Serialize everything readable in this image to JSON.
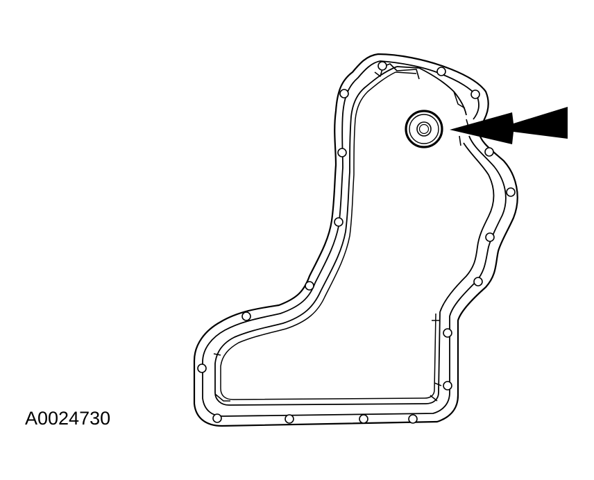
{
  "figure": {
    "id_label": "A0024730"
  },
  "colors": {
    "line": "#000000",
    "background": "#ffffff"
  },
  "elements": {
    "part": "oil-pan",
    "highlighted_item": "drain-plug",
    "pointer": "arrow-icon",
    "fasteners": "bolt-hole"
  }
}
